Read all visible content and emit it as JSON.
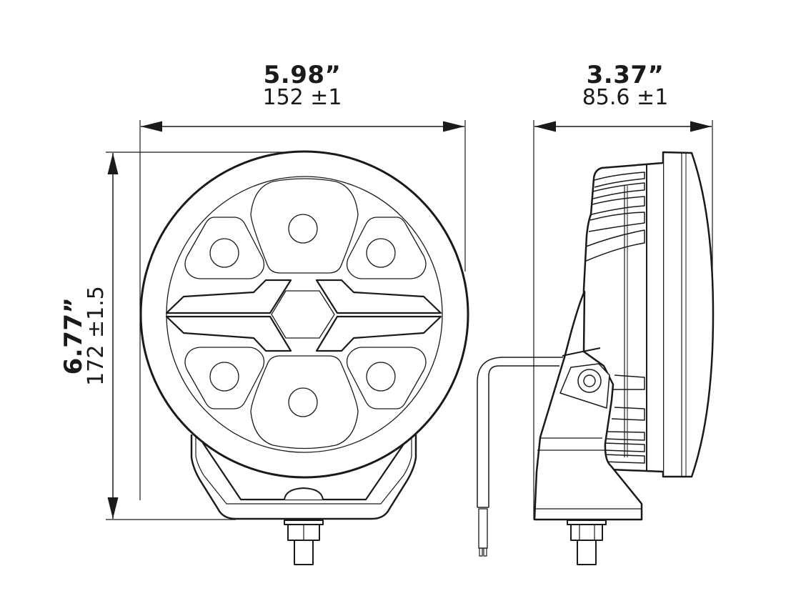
{
  "drawing": {
    "subject": "round LED driving light, front and side views",
    "line_color": "#1a1a1a"
  },
  "dimensions": {
    "width": {
      "imperial": "5.98”",
      "metric": "152 ±1"
    },
    "depth": {
      "imperial": "3.37”",
      "metric": "85.6 ±1"
    },
    "height": {
      "imperial": "6.77”",
      "metric": "172 ±1.5"
    }
  },
  "views": [
    {
      "id": "front-view",
      "led_count": 6,
      "features": [
        "outer housing ring",
        "lens",
        "6 LED reflector pods",
        "center hexagon",
        "DRL light bars",
        "mounting bracket",
        "mounting bolt"
      ]
    },
    {
      "id": "side-view",
      "features": [
        "lens bezel",
        "finned heatsink",
        "pivot bracket",
        "cable",
        "mounting bolt"
      ]
    }
  ]
}
